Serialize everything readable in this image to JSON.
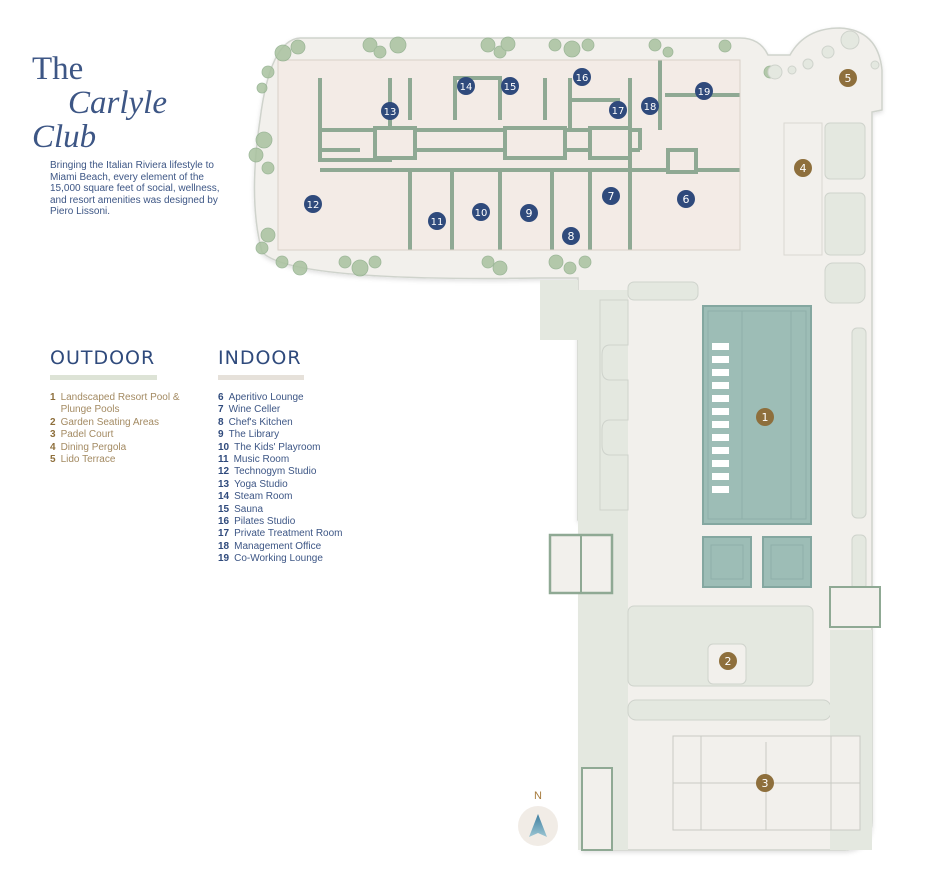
{
  "title": {
    "line1": "The",
    "line2": "Carlyle",
    "line3": "Club"
  },
  "intro": "Bringing the Italian Riviera lifestyle to Miami Beach, every element of the 15,000 square feet of social, wellness, and resort amenities was designed by Piero Lissoni.",
  "outdoor": {
    "heading": "OUTDOOR",
    "items": [
      {
        "num": "1",
        "label": "Landscaped Resort Pool & Plunge Pools"
      },
      {
        "num": "2",
        "label": "Garden Seating Areas"
      },
      {
        "num": "3",
        "label": "Padel Court"
      },
      {
        "num": "4",
        "label": "Dining Pergola"
      },
      {
        "num": "5",
        "label": "Lido Terrace"
      }
    ]
  },
  "indoor": {
    "heading": "INDOOR",
    "items": [
      {
        "num": "6",
        "label": "Aperitivo Lounge"
      },
      {
        "num": "7",
        "label": "Wine Celler"
      },
      {
        "num": "8",
        "label": "Chef's Kitchen"
      },
      {
        "num": "9",
        "label": "The Library"
      },
      {
        "num": "10",
        "label": "The Kids' Playroom"
      },
      {
        "num": "11",
        "label": "Music Room"
      },
      {
        "num": "12",
        "label": "Technogym Studio"
      },
      {
        "num": "13",
        "label": "Yoga Studio"
      },
      {
        "num": "14",
        "label": "Steam Room"
      },
      {
        "num": "15",
        "label": "Sauna"
      },
      {
        "num": "16",
        "label": "Pilates Studio"
      },
      {
        "num": "17",
        "label": "Private Treatment Room"
      },
      {
        "num": "18",
        "label": "Management Office"
      },
      {
        "num": "19",
        "label": "Co-Working Lounge"
      }
    ]
  },
  "compass": {
    "label": "N",
    "icon": "north-arrow-icon"
  },
  "markers": {
    "outdoor": [
      "1",
      "2",
      "3",
      "4",
      "5"
    ],
    "indoor": [
      "6",
      "7",
      "8",
      "9",
      "10",
      "11",
      "12",
      "13",
      "14",
      "15",
      "16",
      "17",
      "18",
      "19"
    ]
  },
  "colors": {
    "indoor_marker": "#2f4a7c",
    "outdoor_marker": "#8e6f3c",
    "pool": "#9dbdb6",
    "wall": "#8fa994",
    "indoor_floor": "#f3ebe6",
    "terrace": "#f2f0ec",
    "garden": "#e4e8e0",
    "tree": "#a9c29f"
  }
}
